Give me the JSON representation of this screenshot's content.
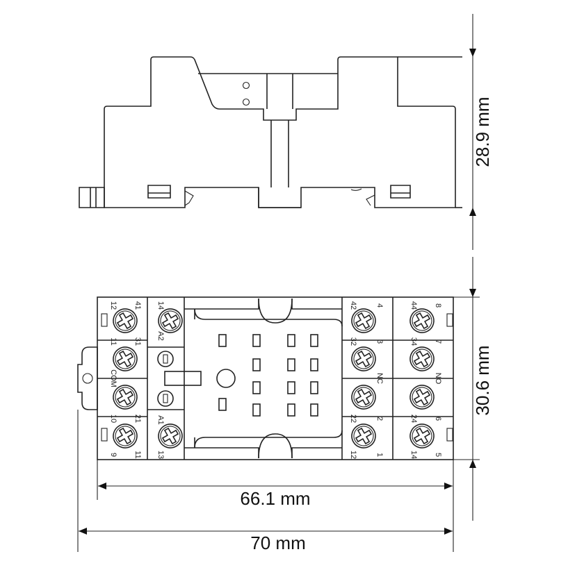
{
  "dimensions": {
    "height_top": "28.9 mm",
    "height_bottom": "30.6 mm",
    "width_inner": "66.1 mm",
    "width_outer": "70 mm"
  },
  "terminals": {
    "left_outer": [
      "12",
      "11",
      "COM",
      "10",
      "9"
    ],
    "left_inner": [
      "41",
      "31",
      "21",
      "11"
    ],
    "coil": [
      "14",
      "A2",
      "A1",
      "13"
    ],
    "right1_outer": [
      "42",
      "32",
      "22",
      "12"
    ],
    "right1_inner": [
      "4",
      "3",
      "NC",
      "2",
      "1"
    ],
    "right2_outer": [
      "44",
      "34",
      "24",
      "14"
    ],
    "right2_inner": [
      "8",
      "7",
      "NO",
      "6",
      "5"
    ]
  },
  "colors": {
    "line": "#222222",
    "background": "#ffffff"
  }
}
